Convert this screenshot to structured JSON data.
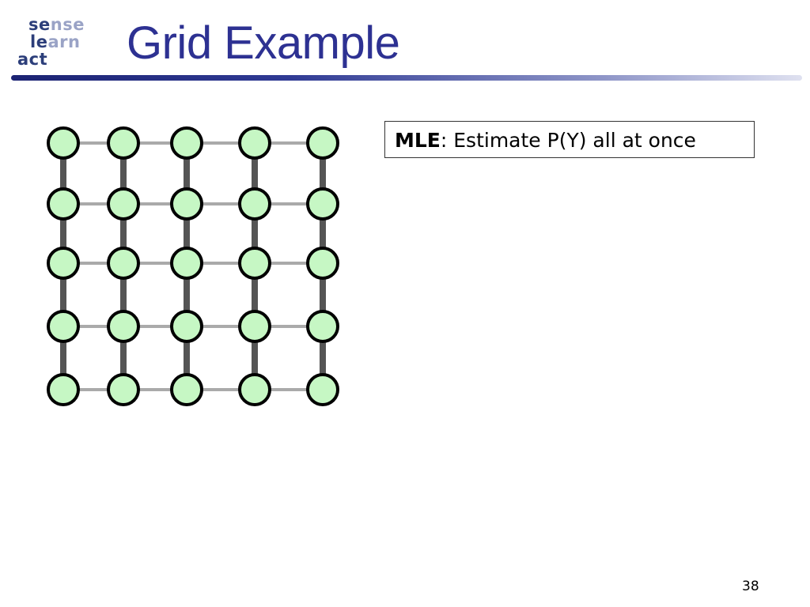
{
  "logo": {
    "row1_dark": "se",
    "row1_light": "nse",
    "row2_dark": "le",
    "row2_light": "arn",
    "row3_dark": "act"
  },
  "title": "Grid Example",
  "mle": {
    "term": "MLE",
    "text": ": Estimate P(Y) all at once"
  },
  "page_number": "38",
  "grid": {
    "rows": 5,
    "cols": 5
  },
  "colors": {
    "title": "#2d3192",
    "node_fill": "#c6f7c4",
    "node_stroke": "#000000",
    "horizontal_edge": "#aaaaaa",
    "vertical_edge": "#555555"
  }
}
